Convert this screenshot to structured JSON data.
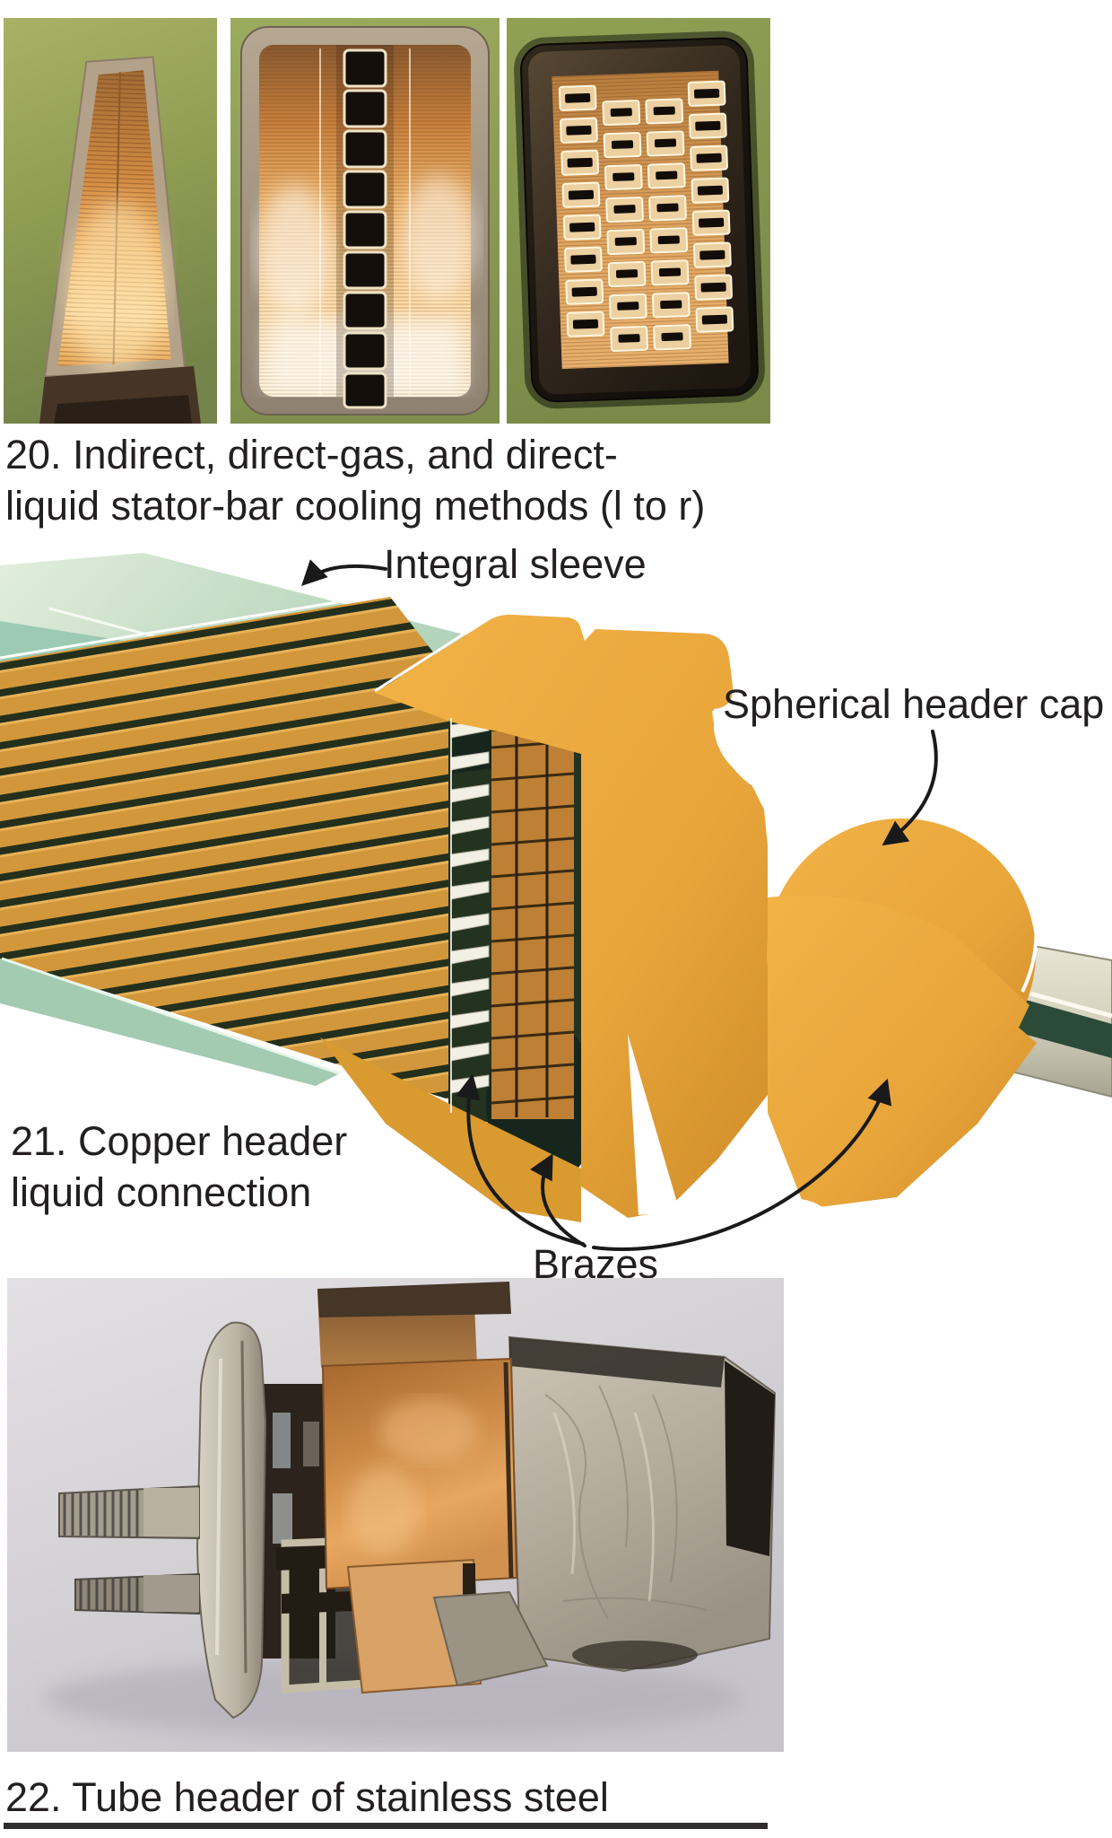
{
  "figure20": {
    "caption_lines": [
      "20. Indirect, direct-gas, and direct-",
      "liquid stator-bar cooling methods (l to r)"
    ],
    "photos": [
      {
        "name": "indirect-cooled stator bar cross-section"
      },
      {
        "name": "direct-gas-cooled stator bar cross-section with vent tubes"
      },
      {
        "name": "direct-liquid-cooled stator bar cross-section with hollow strands"
      }
    ]
  },
  "figure21": {
    "labels": {
      "integral_sleeve": "Integral sleeve",
      "spherical_header_cap": "Spherical header cap",
      "brazes": "Brazes"
    },
    "caption_lines": [
      "21. Copper header",
      "liquid connection"
    ]
  },
  "figure22": {
    "caption_lines": [
      "22. Tube header of stainless steel"
    ]
  },
  "palette": {
    "text": "#231f20",
    "page_bg": "#ffffff",
    "photo_bg_olive": "#93a057",
    "copper_bright": "#e8a860",
    "copper_deep": "#b06c30",
    "casing_tan": "#b3a289",
    "casing_dark": "#2f261c",
    "sleeve_green_light": "#d9e9d5",
    "sleeve_green": "#a3ccb3",
    "strand_copper": "#d3973b",
    "strand_gap_dark": "#24301c",
    "header_orange": "#eba93e",
    "header_orange_deep": "#cf8d2a",
    "steel_light": "#e4e0cc",
    "steel_dark": "#a8a492",
    "tube_core_green": "#2c4a38",
    "fig22_bg": "#d7d4d7",
    "rule_color": "#2f2d2e"
  }
}
